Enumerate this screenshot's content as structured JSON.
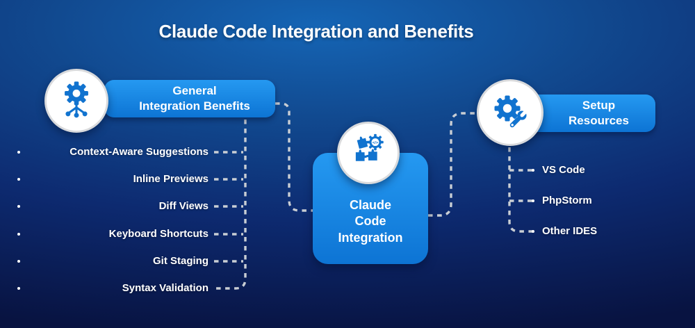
{
  "title": "Claude Code Integration and Benefits",
  "colors": {
    "accent": "#1287e8",
    "accent-light": "#2599f1",
    "accent-dark": "#0d74d4",
    "icon-blue": "#1173cf",
    "dash": "#c9ced4",
    "circle-border": "#d9dadc",
    "text": "#ffffff"
  },
  "center_node": {
    "icon": "puzzle-code-icon",
    "lines": [
      "Claude",
      "Code",
      "Integration"
    ],
    "code_glyph": "</>"
  },
  "left_group": {
    "icon": "gear-network-icon",
    "badge_line1": "General",
    "badge_line2": "Integration Benefits",
    "items": [
      "Context-Aware Suggestions",
      "Inline Previews",
      "Diff Views",
      "Keyboard Shortcuts",
      "Git Staging",
      "Syntax Validation"
    ]
  },
  "right_group": {
    "icon": "gear-wrench-icon",
    "badge_line1": "Setup",
    "badge_line2": "Resources",
    "items": [
      "VS Code",
      "PhpStorm",
      "Other IDES"
    ]
  }
}
